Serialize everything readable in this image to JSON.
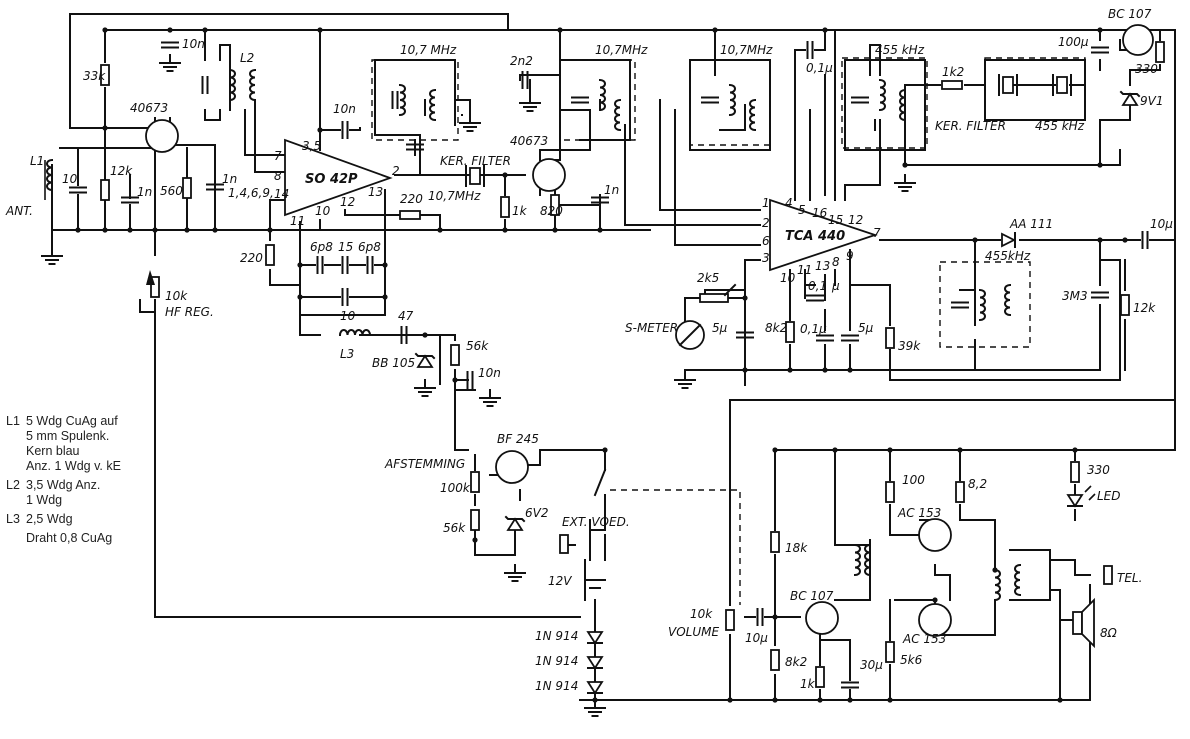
{
  "labels": {
    "l1": "L1",
    "ant": "ANT.",
    "c10": "10",
    "r12k": "12k",
    "c1n": "1n",
    "r560": "560",
    "c1n_b": "1n",
    "pins_1469": "1,4,6,9,",
    "r33k": "33k",
    "q40673_a": "40673",
    "c10n_a": "10n",
    "l2": "L2",
    "pin35": "3,5",
    "pin7": "7",
    "pin8": "8",
    "pin14": "14",
    "pin11": "11",
    "pin10": "10",
    "pin12": "12",
    "pin13": "13",
    "pin2": "2",
    "ic_so42p": "SO 42P",
    "c10n_b": "10n",
    "mhz_a": "10,7 MHz",
    "ker_filter_a": "KER. FILTER",
    "mhz_b": "10,7MHz",
    "r220_a": "220",
    "r220_b": "220",
    "c6p8_a": "6p8",
    "c15": "15",
    "c6p8_b": "6p8",
    "c10_b": "10",
    "l3": "L3",
    "c47": "47",
    "bb105": "BB 105",
    "r56k_a": "56k",
    "c10n_c": "10n",
    "c2n2": "2n2",
    "mhz_c": "10,7MHz",
    "q40673_b": "40673",
    "r1k_a": "1k",
    "r820": "820",
    "c1n_c": "1n",
    "mhz_d": "10,7MHz",
    "c01u_a": "0,1μ",
    "khz_a": "455 kHz",
    "r1k2": "1k2",
    "ker_filter_b": "KER. FILTER",
    "khz_b": "455 kHz",
    "bc107_a": "BC 107",
    "c100u": "100μ",
    "r330_a": "330",
    "d9v1": "9V1",
    "ic_tca440": "TCA 440",
    "t1": "1",
    "t2": "2",
    "t6": "6",
    "t3": "3",
    "t4": "4",
    "t5": "5",
    "t16": "16",
    "t15": "15",
    "t12": "12",
    "t7": "7",
    "t10": "10",
    "t11": "11",
    "t13": "13",
    "t8": "8",
    "t9": "9",
    "r2k5": "2k5",
    "smeter": "S-METER",
    "c5u_a": "5μ",
    "r8k2_a": "8k2",
    "c01u_b": "0,1",
    "c01u_b_mu": "μ",
    "c01u_c": "0,1μ",
    "c5u_b": "5μ",
    "r39k": "39k",
    "aa111": "AA 111",
    "khz_c": "455kHz",
    "c3m3": "3M3",
    "r12k_b": "12k",
    "c10u_a": "10μ",
    "hf_10k": "10k",
    "hf_reg": "HF REG.",
    "afstemming": "AFSTEMMING",
    "r100k": "100k",
    "r56k_b": "56k",
    "bf245": "BF 245",
    "d6v2": "6V2",
    "ext_voed": "EXT. VOED.",
    "v12": "12V",
    "d1n914_a": "1N 914",
    "d1n914_b": "1N 914",
    "d1n914_c": "1N 914",
    "vol_10k": "10k",
    "volume": "VOLUME",
    "c10u_b": "10μ",
    "r18k": "18k",
    "bc107_b": "BC 107",
    "r8k2_b": "8k2",
    "r1k_b": "1k",
    "c30u": "30μ",
    "r100": "100",
    "r82": "8,2",
    "ac153_a": "AC 153",
    "ac153_b": "AC 153",
    "r5k6": "5k6",
    "r330_b": "330",
    "led": "LED",
    "tel": "TEL.",
    "spk": "8Ω"
  },
  "notes": [
    {
      "key": "L1",
      "text": "5 Wdg CuAg auf\n5 mm Spulenk.\nKern blau\nAnz. 1 Wdg v. kE"
    },
    {
      "key": "L2",
      "text": "3,5 Wdg Anz.\n1 Wdg"
    },
    {
      "key": "L3",
      "text": "2,5 Wdg"
    }
  ],
  "notes_last": "Draht 0,8 CuAg"
}
